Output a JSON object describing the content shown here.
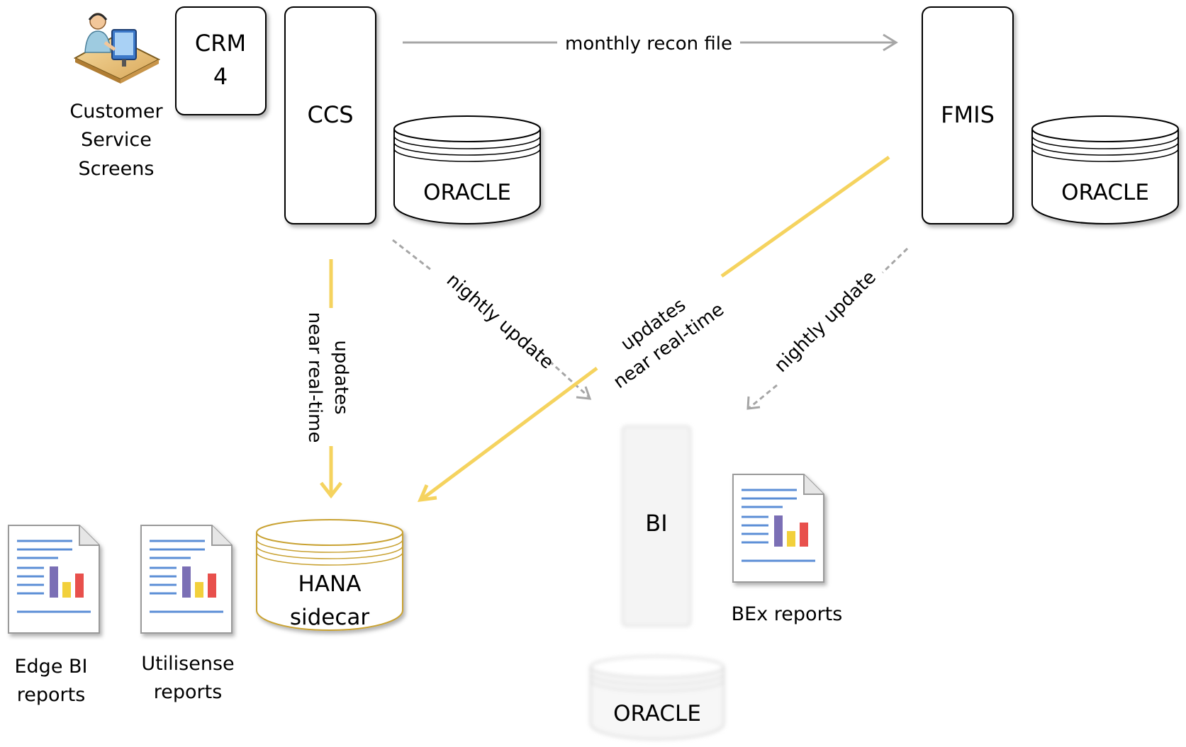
{
  "colors": {
    "background": "#ffffff",
    "stroke": "#000000",
    "arrow_grey": "#a6a6a6",
    "realtime_yellow": "#f5d35f",
    "hana_outline": "#c9a233",
    "chart_purple": "#7b6fb5",
    "chart_yellow": "#f2d03b",
    "chart_red": "#e8504c",
    "doc_lines_blue": "#5b8ed6"
  },
  "systems": {
    "crm": {
      "line1": "CRM",
      "line2": "4"
    },
    "ccs": {
      "label": "CCS"
    },
    "fmis": {
      "label": "FMIS"
    },
    "bi": {
      "label": "BI"
    }
  },
  "databases": {
    "ccs_db": {
      "label": "ORACLE"
    },
    "fmis_db": {
      "label": "ORACLE"
    },
    "bi_db": {
      "label": "ORACLE"
    },
    "hana": {
      "line1": "HANA",
      "line2": "sidecar"
    }
  },
  "actors": {
    "customer_service": {
      "icon": "customer-service-agent-icon",
      "lines": [
        "Customer",
        "Service",
        "Screens"
      ]
    }
  },
  "reports": {
    "edge_bi": {
      "icon": "report-document-icon",
      "lines": [
        "Edge BI",
        "reports"
      ]
    },
    "utilisense": {
      "icon": "report-document-icon",
      "lines": [
        "Utilisense",
        "reports"
      ]
    },
    "bex": {
      "icon": "report-document-icon",
      "lines": [
        "BEx reports"
      ]
    }
  },
  "flows": {
    "monthly_recon": {
      "label": "monthly recon file"
    },
    "ccs_to_hana": {
      "line1": "updates",
      "line2": "near real-time"
    },
    "ccs_to_bi": {
      "label": "nightly update"
    },
    "fmis_to_hana": {
      "line1": "updates",
      "line2": "near real-time"
    },
    "fmis_to_bi": {
      "label": "nightly update"
    }
  }
}
